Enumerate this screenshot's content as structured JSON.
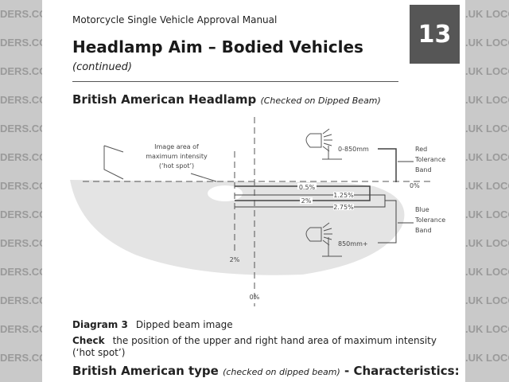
{
  "watermark": {
    "left_text": "DERS.CO.UK",
    "right_text": ".UK LOCOST"
  },
  "header": {
    "manual_title": "Motorcycle Single Vehicle Approval Manual",
    "page_title": "Headlamp Aim – Bodied Vehicles",
    "continued": "(continued)",
    "chapter_number": "13"
  },
  "section": {
    "title": "British American Headlamp",
    "note": "(Checked on Dipped Beam)"
  },
  "diagram": {
    "hot_spot_label": [
      "Image area of",
      "maximum intensity",
      "(‘hot spot’)"
    ],
    "height_low": "0-850mm",
    "height_high": "850mm+",
    "red_band": [
      "Red",
      "Tolerance",
      "Band"
    ],
    "blue_band": [
      "Blue",
      "Tolerance",
      "Band"
    ],
    "zero_horizontal": "0%",
    "zero_vertical": "0%",
    "two_vertical": "2%",
    "lines": [
      "0.5%",
      "1.25%",
      "2%",
      "2.75%"
    ]
  },
  "caption": {
    "label": "Diagram 3",
    "text": "Dipped beam image"
  },
  "check": {
    "label": "Check",
    "text": "the position of the upper and right hand area of maximum intensity (‘hot spot’)"
  },
  "type_heading": {
    "title": "British American type",
    "note": "(checked on dipped beam)",
    "suffix": " - Characteristics:"
  }
}
